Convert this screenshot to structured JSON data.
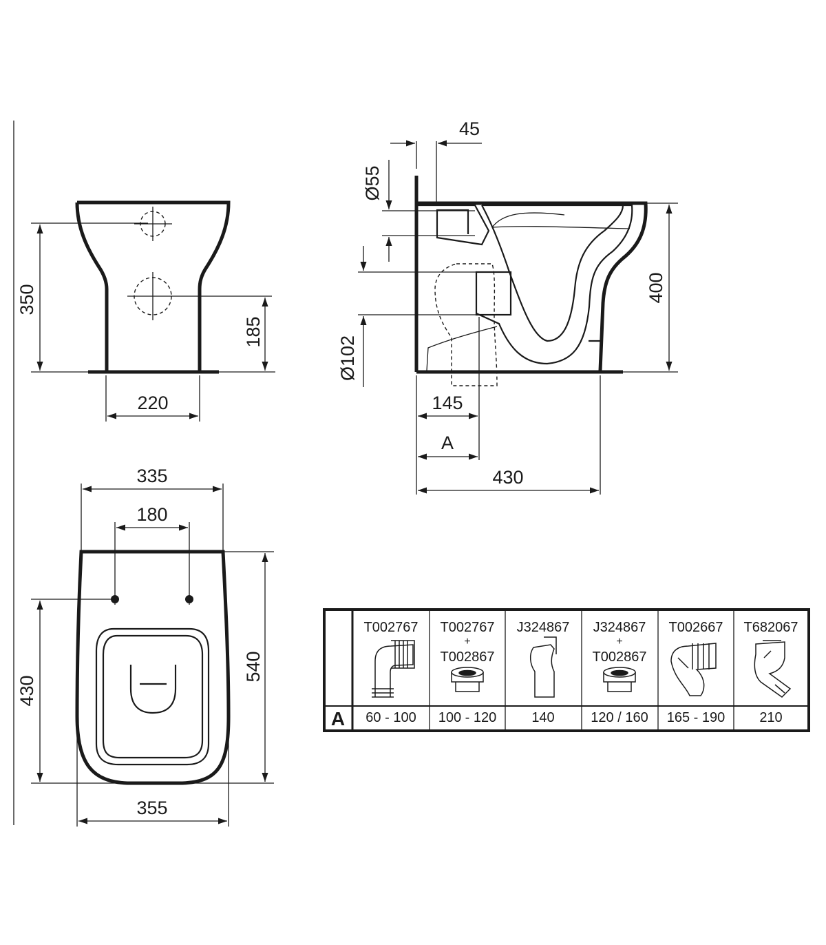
{
  "dimensions": {
    "front": {
      "height_total": "350",
      "inlet_height": "185",
      "base_width": "220"
    },
    "side": {
      "offset_top": "45",
      "inlet_diameter": "Ø55",
      "outlet_diameter": "Ø102",
      "height": "400",
      "outlet_distance": "145",
      "variable_distance": "A",
      "depth": "430"
    },
    "top": {
      "width_outer": "335",
      "hinge_spacing": "180",
      "length": "540",
      "hinge_to_front": "430",
      "width_base": "355"
    }
  },
  "table": {
    "row_label": "A",
    "columns": [
      {
        "codes": [
          "T002767"
        ],
        "plus": "",
        "range": "60 - 100"
      },
      {
        "codes": [
          "T002767",
          "T002867"
        ],
        "plus": "+",
        "range": "100 - 120"
      },
      {
        "codes": [
          "J324867"
        ],
        "plus": "",
        "range": "140"
      },
      {
        "codes": [
          "J324867",
          "T002867"
        ],
        "plus": "+",
        "range": "120 / 160"
      },
      {
        "codes": [
          "T002667"
        ],
        "plus": "",
        "range": "165 - 190"
      },
      {
        "codes": [
          "T682067"
        ],
        "plus": "",
        "range": "210"
      }
    ]
  }
}
